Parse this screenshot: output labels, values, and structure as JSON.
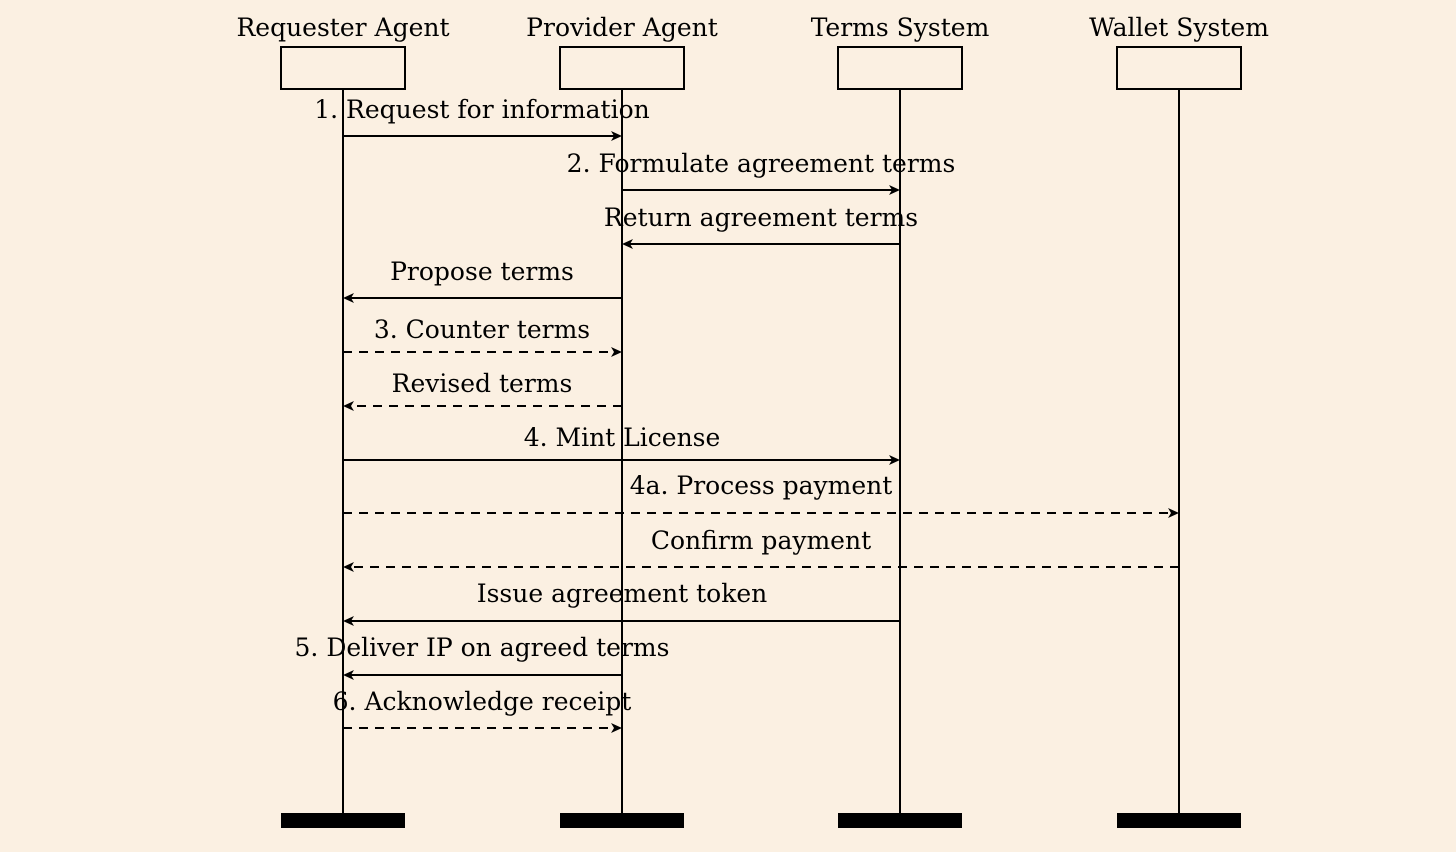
{
  "actors": [
    {
      "id": "requester",
      "name": "Requester Agent"
    },
    {
      "id": "provider",
      "name": "Provider Agent"
    },
    {
      "id": "terms",
      "name": "Terms System"
    },
    {
      "id": "wallet",
      "name": "Wallet System"
    }
  ],
  "messages": [
    {
      "label": "1.  Request for information",
      "from": "requester",
      "to": "provider",
      "style": "solid"
    },
    {
      "label": "2.  Formulate agreement terms",
      "from": "provider",
      "to": "terms",
      "style": "solid"
    },
    {
      "label": "Return agreement terms",
      "from": "terms",
      "to": "provider",
      "style": "solid"
    },
    {
      "label": "Propose terms",
      "from": "provider",
      "to": "requester",
      "style": "solid"
    },
    {
      "label": "3.  Counter terms",
      "from": "requester",
      "to": "provider",
      "style": "dashed"
    },
    {
      "label": "Revised terms",
      "from": "provider",
      "to": "requester",
      "style": "dashed"
    },
    {
      "label": "4.  Mint License",
      "from": "requester",
      "to": "terms",
      "style": "solid"
    },
    {
      "label": "4a.  Process payment",
      "from": "requester",
      "to": "wallet",
      "style": "dashed"
    },
    {
      "label": "Confirm payment",
      "from": "wallet",
      "to": "requester",
      "style": "dashed"
    },
    {
      "label": "Issue agreement token",
      "from": "terms",
      "to": "requester",
      "style": "solid"
    },
    {
      "label": "5.  Deliver IP on agreed terms",
      "from": "provider",
      "to": "requester",
      "style": "solid"
    },
    {
      "label": "6.  Acknowledge receipt",
      "from": "requester",
      "to": "provider",
      "style": "dashed"
    }
  ]
}
